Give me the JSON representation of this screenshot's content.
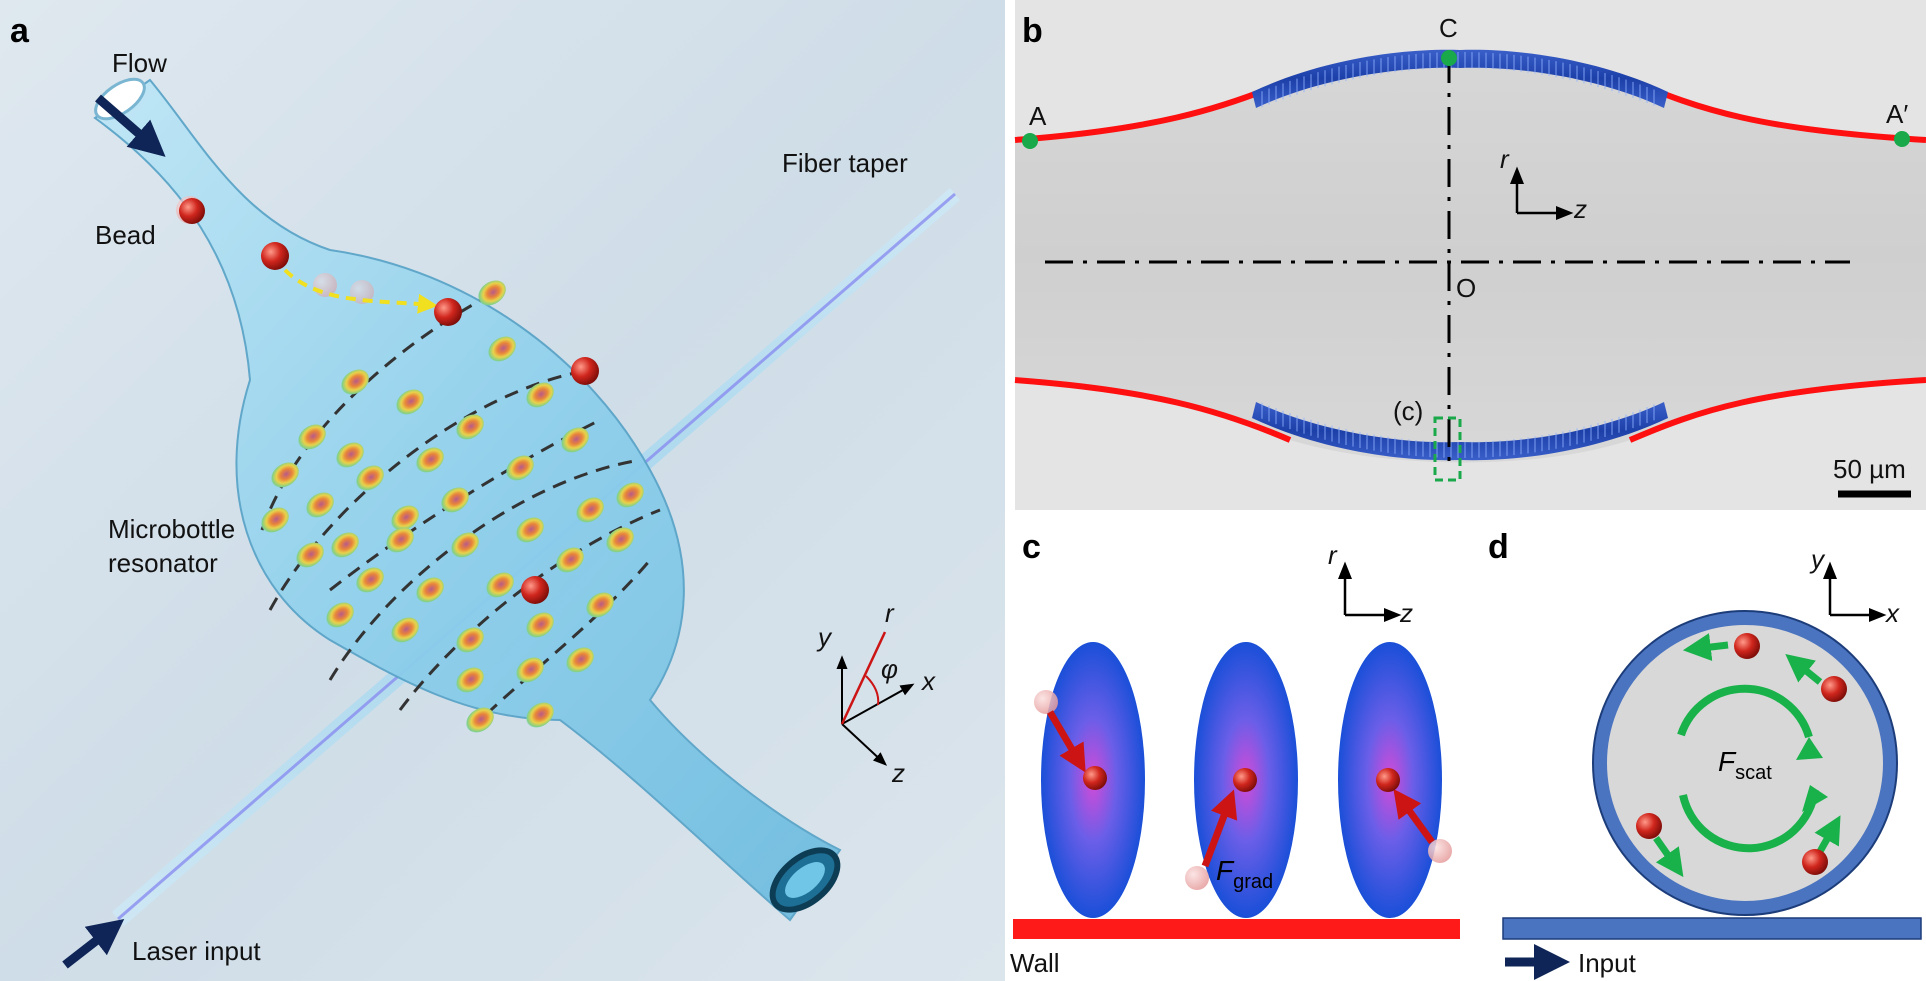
{
  "panels": {
    "a": {
      "letter": "a",
      "labels": {
        "flow": "Flow",
        "bead": "Bead",
        "fiber_taper": "Fiber taper",
        "microbottle_line1": "Microbottle",
        "microbottle_line2": "resonator",
        "laser_input": "Laser input"
      },
      "axes": {
        "y": "y",
        "r": "r",
        "phi": "φ",
        "x": "x",
        "z": "z"
      }
    },
    "b": {
      "letter": "b",
      "points": {
        "A": "A",
        "A_prime": "A′",
        "C": "C",
        "O": "O",
        "c_ref": "(c)"
      },
      "axes": {
        "r": "r",
        "z": "z"
      },
      "scale_bar": "50 µm"
    },
    "c": {
      "letter": "c",
      "axes": {
        "r": "r",
        "z": "z"
      },
      "force_main": "F",
      "force_sub": "grad",
      "wall_label": "Wall"
    },
    "d": {
      "letter": "d",
      "axes": {
        "y": "y",
        "x": "x"
      },
      "force_main": "F",
      "force_sub": "scat",
      "input_label": "Input"
    }
  },
  "colors": {
    "bead_red": "#d0261d",
    "wall_red": "#ff1a1a",
    "waveguide_blue": "#4a74c0",
    "navy_arrow": "#0f2557",
    "scat_green": "#19b24a",
    "grad_red": "#cc1414",
    "fiber_red": "#ff1010",
    "mode_blue": "#1a4fd8",
    "mode_center": "#d24bd8"
  }
}
